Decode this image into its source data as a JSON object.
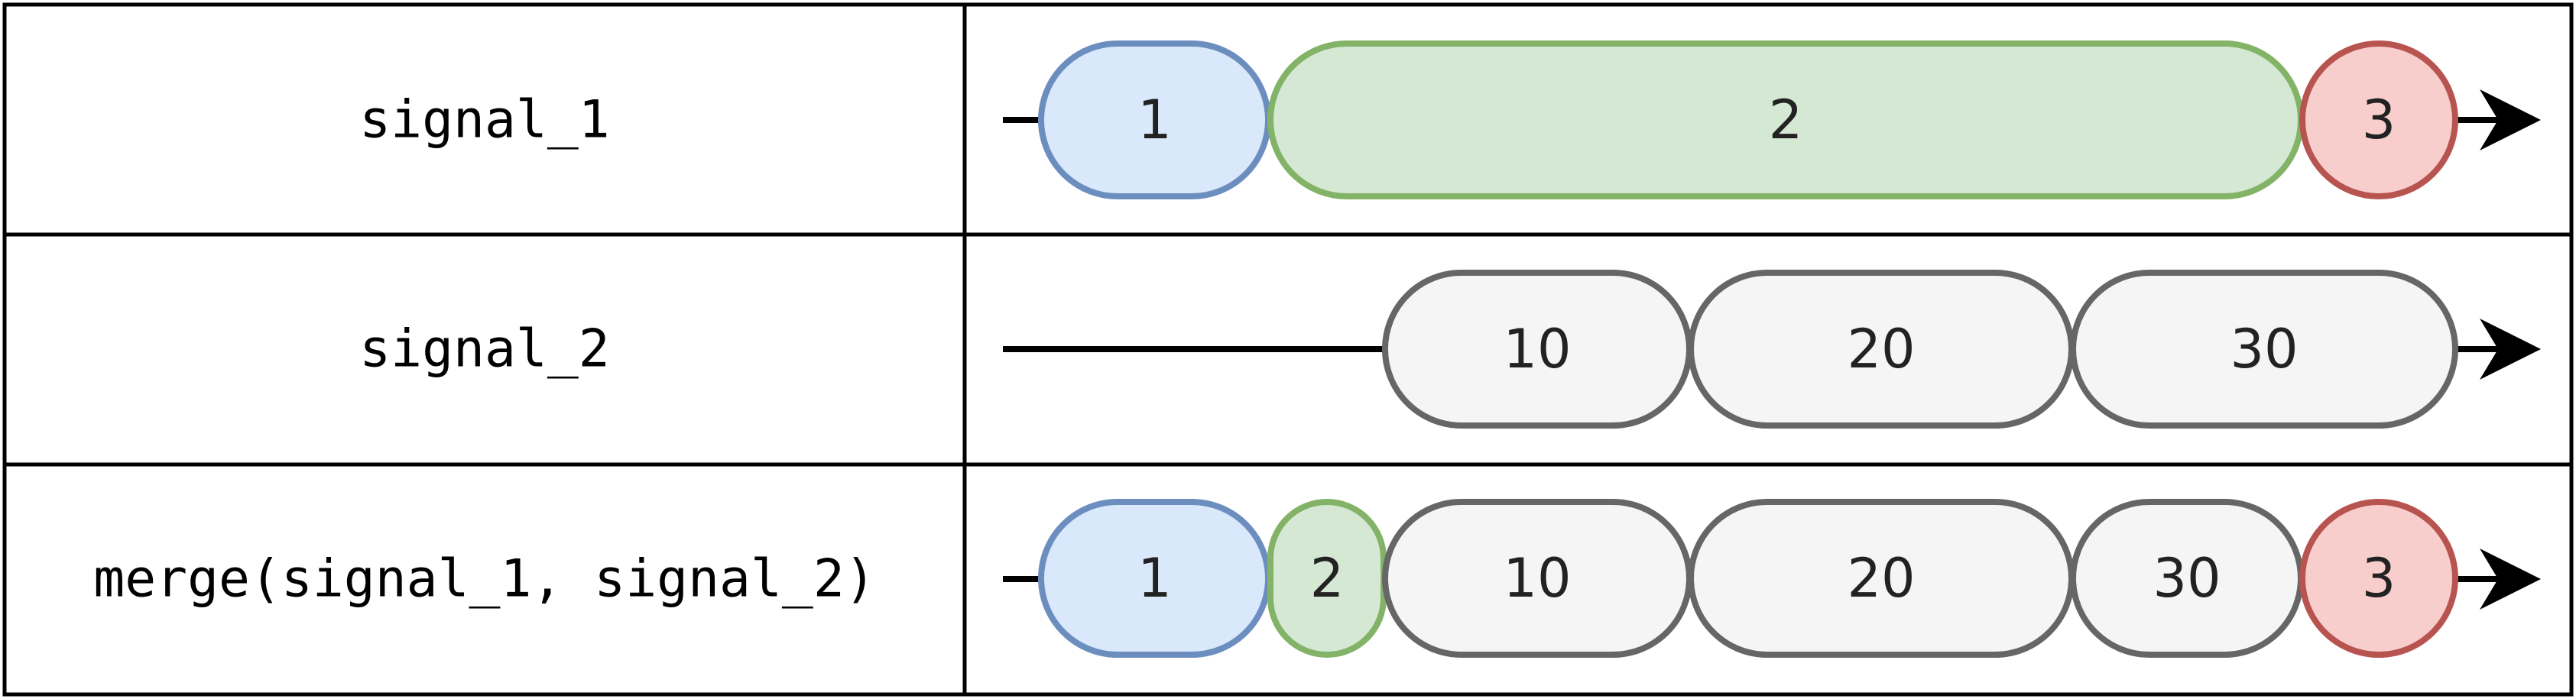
{
  "colors": {
    "blue": {
      "fill": "#dae8fc",
      "stroke": "#6c8ebf"
    },
    "green": {
      "fill": "#d5e8d4",
      "stroke": "#82b366"
    },
    "red": {
      "fill": "#f8cecc",
      "stroke": "#b85450"
    },
    "gray": {
      "fill": "#f5f5f5",
      "stroke": "#666666"
    },
    "line": "#000000",
    "border": "#000000"
  },
  "rows": [
    {
      "label": "signal_1",
      "events": [
        {
          "text": "1",
          "color": "blue"
        },
        {
          "text": "2",
          "color": "green"
        },
        {
          "text": "3",
          "color": "red"
        }
      ]
    },
    {
      "label": "signal_2",
      "events": [
        {
          "text": "10",
          "color": "gray"
        },
        {
          "text": "20",
          "color": "gray"
        },
        {
          "text": "30",
          "color": "gray"
        }
      ]
    },
    {
      "label": "merge(signal_1, signal_2)",
      "events": [
        {
          "text": "1",
          "color": "blue"
        },
        {
          "text": "2",
          "color": "green"
        },
        {
          "text": "10",
          "color": "gray"
        },
        {
          "text": "20",
          "color": "gray"
        },
        {
          "text": "30",
          "color": "gray"
        },
        {
          "text": "3",
          "color": "red"
        }
      ]
    }
  ]
}
